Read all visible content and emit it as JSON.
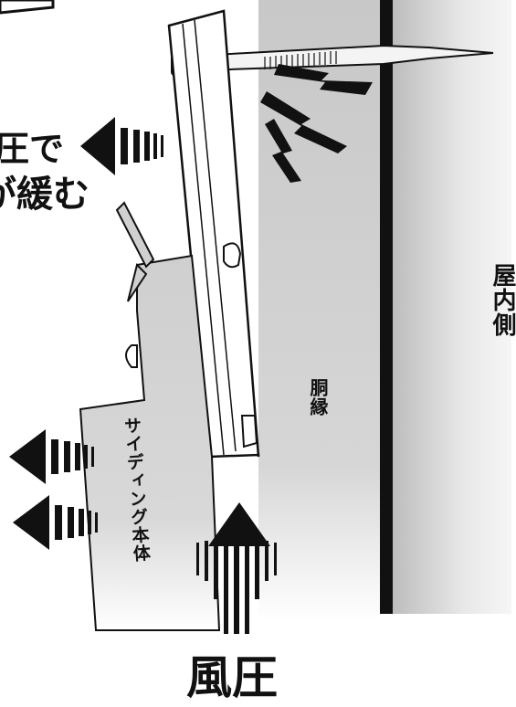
{
  "labels": {
    "interior_side": "屋内側",
    "furring_strip": "胴縁",
    "siding_body": "サイディング本体",
    "wind_pressure": "風圧",
    "caption_line1_fragment": "圧で",
    "caption_line2_fragment": "が緩む"
  },
  "colors": {
    "wall_gray": "#c8c8c8",
    "interior_gradient_light": "#f2f2f2",
    "interior_gradient_dark": "#bdbdbd",
    "stud_black": "#111111",
    "outline": "#111111"
  },
  "icons": [
    "dashed-arrow-left-icon",
    "dashed-arrow-up-icon",
    "impact-zigzag-icon",
    "nail-icon"
  ]
}
